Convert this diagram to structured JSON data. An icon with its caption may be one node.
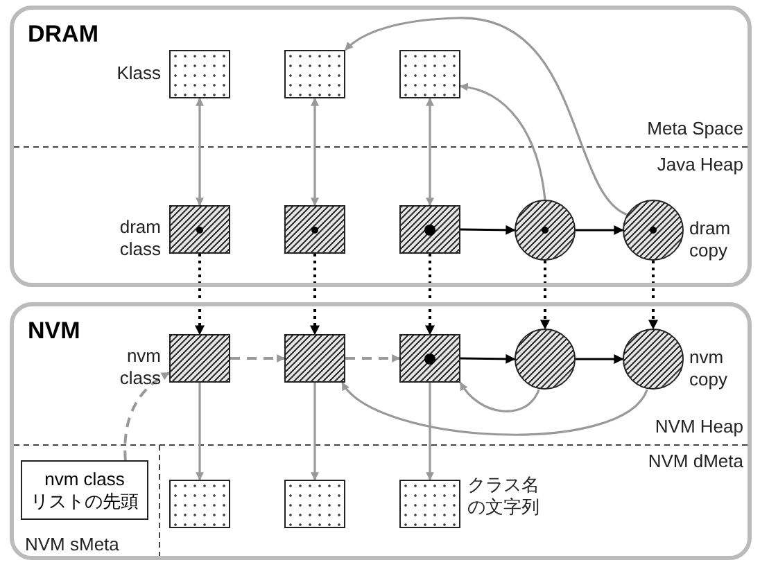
{
  "diagram": {
    "nodes": [
      {
        "text": [
          "DRAM"
        ]
      },
      {
        "text": [],
        "shape": "box",
        "in": 0,
        "beside": [
          "Klass"
        ]
      },
      {
        "text": [],
        "shape": "box",
        "in": 0
      },
      {
        "text": [],
        "shape": "box",
        "in": 0
      },
      {
        "text": [],
        "shape": "box",
        "in": 0,
        "beside": [
          "dram class"
        ]
      },
      {
        "text": [],
        "shape": "box",
        "in": 0
      },
      {
        "text": [],
        "shape": "box",
        "in": 0
      },
      {
        "text": [],
        "shape": "circle",
        "in": 0
      },
      {
        "text": [],
        "shape": "circle",
        "in": 0,
        "beside": [
          "dram copy"
        ]
      },
      {
        "text": [
          "NVM"
        ]
      },
      {
        "text": [],
        "shape": "box",
        "in": 9,
        "beside": [
          "nvm class"
        ]
      },
      {
        "text": [],
        "shape": "box",
        "in": 9
      },
      {
        "text": [],
        "shape": "box",
        "in": 9
      },
      {
        "text": [],
        "shape": "circle",
        "in": 9
      },
      {
        "text": [],
        "shape": "circle",
        "in": 9,
        "beside": [
          "nvm copy"
        ]
      },
      {
        "text": [
          "nvm class リストの先頭"
        ],
        "in": 9
      },
      {
        "text": [],
        "shape": "box",
        "in": 9
      },
      {
        "text": [],
        "shape": "box",
        "in": 9
      },
      {
        "text": [],
        "shape": "box",
        "in": 9,
        "beside": [
          "クラス名の文字列"
        ]
      }
    ],
    "edges": [
      {
        "from": 1,
        "to": 4,
        "arrow": "both"
      },
      {
        "from": 2,
        "to": 5,
        "arrow": "both"
      },
      {
        "from": 3,
        "to": 6,
        "arrow": "both"
      },
      {
        "from": 6,
        "to": 7,
        "arrow": "to",
        "color": "#000000"
      },
      {
        "from": 7,
        "to": 8,
        "arrow": "to",
        "color": "#000000"
      },
      {
        "from": 7,
        "to": 3,
        "arrow": "to"
      },
      {
        "from": 8,
        "to": 2,
        "arrow": "to"
      },
      {
        "from": 4,
        "to": 10,
        "arrow": "to",
        "style": "dashed",
        "color": "#000000"
      },
      {
        "from": 5,
        "to": 11,
        "arrow": "to",
        "style": "dashed",
        "color": "#000000"
      },
      {
        "from": 6,
        "to": 12,
        "arrow": "to",
        "style": "dashed",
        "color": "#000000"
      },
      {
        "from": 7,
        "to": 13,
        "arrow": "to",
        "style": "dashed",
        "color": "#000000"
      },
      {
        "from": 8,
        "to": 14,
        "arrow": "to",
        "style": "dashed",
        "color": "#000000"
      },
      {
        "from": 12,
        "to": 13,
        "arrow": "to",
        "color": "#000000"
      },
      {
        "from": 13,
        "to": 14,
        "arrow": "to",
        "color": "#000000"
      },
      {
        "from": 10,
        "to": 11,
        "arrow": "to",
        "style": "dashed"
      },
      {
        "from": 11,
        "to": 12,
        "arrow": "to",
        "style": "dashed"
      },
      {
        "from": 15,
        "to": 10,
        "arrow": "to",
        "style": "dashed"
      },
      {
        "from": 13,
        "to": 12,
        "arrow": "to"
      },
      {
        "from": 14,
        "to": 11,
        "arrow": "to"
      },
      {
        "from": 10,
        "to": 16,
        "arrow": "to"
      },
      {
        "from": 11,
        "to": 17,
        "arrow": "to"
      },
      {
        "from": 12,
        "to": 18,
        "arrow": "to"
      }
    ],
    "labels": [
      "Meta Space",
      "Java Heap",
      "NVM Heap",
      "NVM dMeta",
      "NVM sMeta"
    ]
  }
}
